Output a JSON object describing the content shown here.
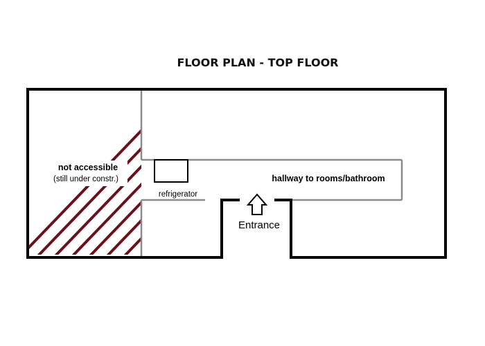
{
  "title": "FLOOR PLAN - TOP FLOOR",
  "labels": {
    "not_accessible": "not accessible",
    "under_construction": "(still under constr.)",
    "refrigerator": "refrigerator",
    "hallway": "hallway to rooms/bathroom",
    "entrance": "Entrance"
  },
  "colors": {
    "wall": "#000000",
    "partition": "#8a8a8a",
    "hatch": "#6b0f1a"
  }
}
